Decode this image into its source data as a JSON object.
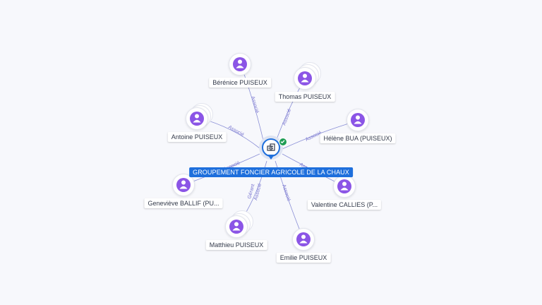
{
  "company": {
    "name": "GROUPEMENT FONCIER AGRICOLE DE LA CHAUX",
    "icon": "building-icon",
    "status_icon": "check-icon",
    "accent": "#1e6fdc",
    "status_color": "#1f9d55"
  },
  "persons": [
    {
      "name": "Bérénice PUISEUX",
      "role": "Associé",
      "icon": "person-icon"
    },
    {
      "name": "Thomas PUISEUX",
      "role": "Associé",
      "icon": "person-icon"
    },
    {
      "name": "Hélène BUA (PUISEUX)",
      "role": "Associé",
      "icon": "person-icon"
    },
    {
      "name": "Antoine PUISEUX",
      "role": "Associé",
      "icon": "person-icon"
    },
    {
      "name": "Geneviève BALLIF (PU...",
      "role": "Associé",
      "icon": "person-icon"
    },
    {
      "name": "Valentine CALLIES (P...",
      "role": "Associé",
      "icon": "person-icon"
    },
    {
      "name": "Matthieu PUISEUX",
      "role": "Gérant Associé",
      "role_lines": [
        "Gérant",
        "Associé"
      ],
      "icon": "person-icon"
    },
    {
      "name": "Emilie PUISEUX",
      "role": "Associé",
      "icon": "person-icon"
    }
  ],
  "colors": {
    "person": "#8b55e6",
    "edge": "#8a8fd6"
  }
}
